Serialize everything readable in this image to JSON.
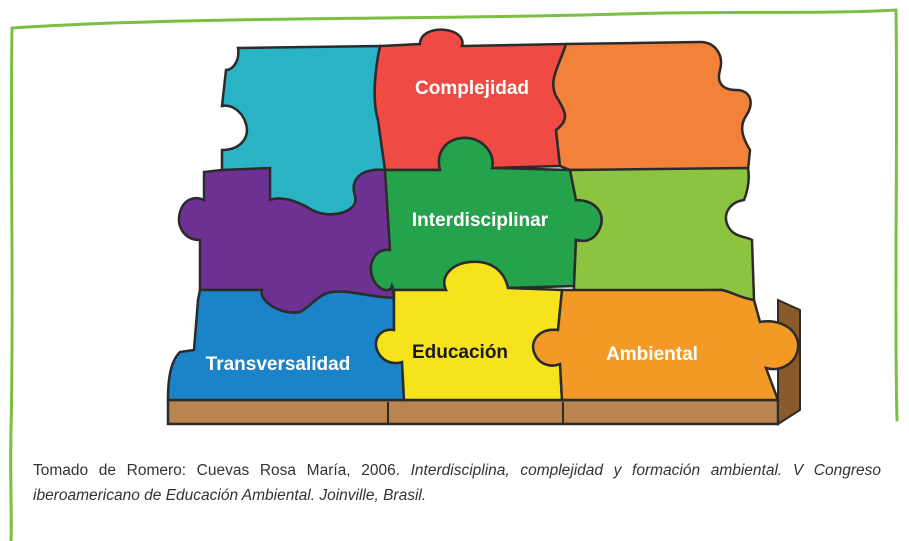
{
  "colors": {
    "frame": "#7bc043",
    "wood": "#b9844e",
    "wood_dark": "#8a5a2b",
    "outline": "#2b2b2b",
    "label_light": "#ffffff",
    "label_dark": "#1a1a1a"
  },
  "pieces": [
    {
      "id": "cyan",
      "color": "#2ab3c4"
    },
    {
      "id": "red",
      "color": "#ef4a44",
      "label": "Complejidad"
    },
    {
      "id": "orange-top",
      "color": "#f2813a"
    },
    {
      "id": "purple",
      "color": "#6d3193"
    },
    {
      "id": "green",
      "color": "#25a24c",
      "label": "Interdisciplinar"
    },
    {
      "id": "lime",
      "color": "#8cc43f"
    },
    {
      "id": "blue",
      "color": "#1b83c8",
      "label": "Transversalidad"
    },
    {
      "id": "yellow",
      "color": "#f5e41c",
      "label": "Educación"
    },
    {
      "id": "orange-bottom",
      "color": "#f39a26",
      "label": "Ambiental"
    }
  ],
  "caption": {
    "normal": "Tomado de Romero: Cuevas Rosa María, 2006. ",
    "italic": "Interdisciplina, complejidad y formación ambiental. V Congreso iberoamericano de Educación Ambiental. Joinville, Brasil."
  }
}
